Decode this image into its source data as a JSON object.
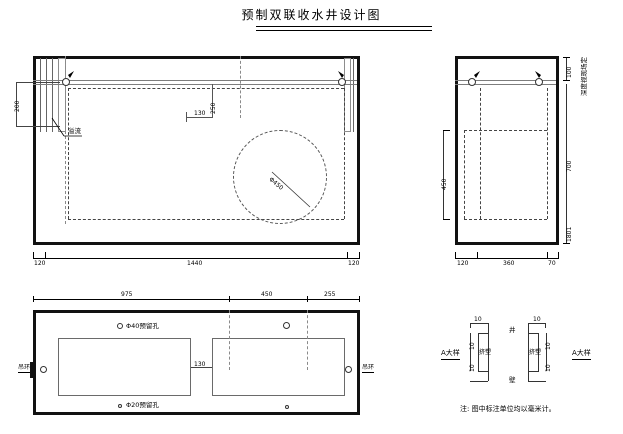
{
  "drawing": {
    "title": "预制双联收水井设计图",
    "note": "注: 图中标注单位均以毫米计。"
  },
  "view_front": {
    "name": "front-elevation",
    "dim_left_vertical": "200",
    "label_overflow": "溢流",
    "dim_inner_vertical": "250",
    "dim_inner_horizontal": "130",
    "label_circle": "Φ450",
    "dim_bottom_left": "120",
    "dim_bottom_center": "1440",
    "dim_bottom_right": "120"
  },
  "view_side": {
    "name": "side-elevation",
    "dim_top_right": "100",
    "label_depth_note": "深度视现场定",
    "dim_left_vertical": "450",
    "dim_right_upper": "700",
    "dim_right_lower": "1801",
    "dim_bottom_left": "120",
    "dim_bottom_center": "360",
    "dim_bottom_right": "70"
  },
  "view_plan": {
    "name": "plan-view",
    "dim_top_left": "975",
    "dim_top_center": "450",
    "dim_top_right": "255",
    "label_hole_40": "Φ40预留孔",
    "label_hole_20": "Φ20预留孔",
    "dim_middle": "130",
    "label_left_side": "吊环",
    "label_right_side": "吊环"
  },
  "detail": {
    "name": "detail-A",
    "title_left": "A大样",
    "title_right": "A大样",
    "dim_top_left": "10",
    "dim_top_right": "10",
    "dim_left_upper": "10",
    "dim_left_lower": "10",
    "dim_right_upper": "10",
    "dim_right_lower": "10",
    "label_top": "井",
    "label_bottom": "壁",
    "label_material_left": "挤塑",
    "label_material_right": "挤塑"
  },
  "colors": {
    "ink": "#000000",
    "thin": "#555555",
    "grey": "#8a8a8a",
    "paper": "#ffffff"
  }
}
